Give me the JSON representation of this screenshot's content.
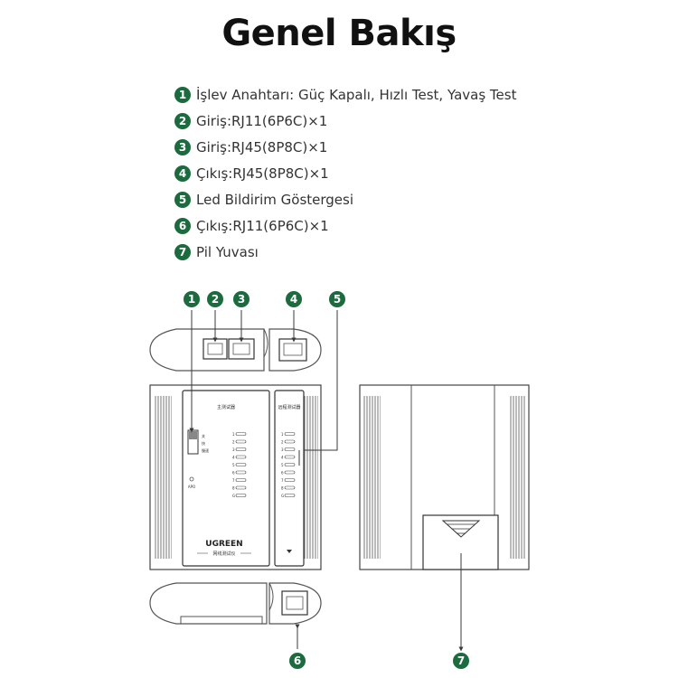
{
  "title": "Genel Bakış",
  "features": [
    {
      "num": "1",
      "text": "İşlev Anahtarı: Güç Kapalı, Hızlı Test, Yavaş Test"
    },
    {
      "num": "2",
      "text": "Giriş:RJ11(6P6C)×1"
    },
    {
      "num": "3",
      "text": "Giriş:RJ45(8P8C)×1"
    },
    {
      "num": "4",
      "text": "Çıkış:RJ45(8P8C)×1"
    },
    {
      "num": "5",
      "text": "Led Bildirim Göstergesi"
    },
    {
      "num": "6",
      "text": "Çıkış:RJ11(6P6C)×1"
    },
    {
      "num": "7",
      "text": "Pil Yuvası"
    }
  ],
  "callouts": [
    "1",
    "2",
    "3",
    "4",
    "5",
    "6",
    "7"
  ],
  "device": {
    "main_panel_label": "主测试器",
    "remote_panel_label": "远程测试器",
    "brand": "UGREEN",
    "subtitle": "网线测试仪",
    "switch_labels": [
      "关",
      "快",
      "慢速"
    ],
    "apo_label": "APO",
    "led_labels_main": [
      "1",
      "2",
      "3",
      "4",
      "5",
      "6",
      "7",
      "8",
      "G"
    ],
    "led_labels_remote": [
      "1",
      "2",
      "3",
      "4",
      "5",
      "6",
      "7",
      "8",
      "G"
    ]
  },
  "colors": {
    "accent": "#1c6b3e",
    "line": "#3a3a3a"
  }
}
